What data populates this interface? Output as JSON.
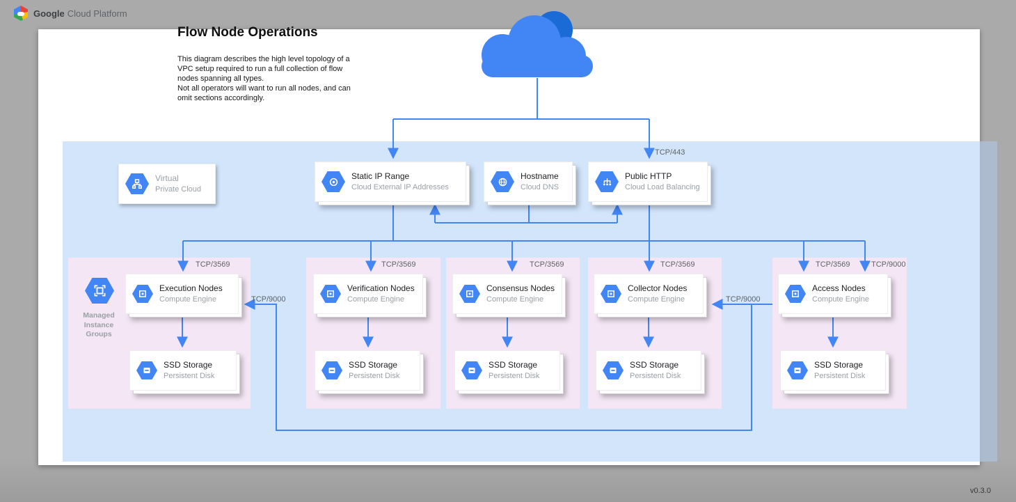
{
  "header": {
    "brand_bold": "Google",
    "brand_rest": "Cloud Platform"
  },
  "title": "Flow Node Operations",
  "description": "This diagram describes the high level topology of a\nVPC setup required to run a full collection of flow\nnodes spanning all types.\nNot all operators will want to run all nodes, and can\nomit sections accordingly.",
  "version": "v0.3.0",
  "colors": {
    "accent_blue": "#4285f4",
    "cloud_dark_blue": "#1b6bd6",
    "vpc_region_blue": "#d3e6fb",
    "group_pink": "#f4e6f5",
    "background_gray": "#aaaaaa"
  },
  "icons": {
    "gcp_logo": "multicolor-hexagon",
    "internet_cloud": "blue-cloud-shape",
    "virtual_private_cloud": "blue-hexagon-network",
    "external_ip": "blue-hexagon-target",
    "cloud_dns": "blue-hexagon-globe",
    "load_balancer": "blue-hexagon-fanout",
    "compute_engine": "blue-hexagon-chip",
    "persistent_disk": "blue-hexagon-disk",
    "managed_instance_groups": "blue-hexagon-brackets"
  },
  "cards": {
    "vpc": {
      "line1": "Virtual",
      "line2": "Private Cloud"
    },
    "static_ip": {
      "title": "Static IP Range",
      "subtitle": "Cloud External IP Addresses"
    },
    "hostname": {
      "title": "Hostname",
      "subtitle": "Cloud DNS"
    },
    "public_http": {
      "title": "Public HTTP",
      "subtitle": "Cloud Load Balancing"
    }
  },
  "mig": {
    "label": "Managed Instance Groups"
  },
  "ports": {
    "https": "TCP/443",
    "node": "TCP/3569",
    "internal": "TCP/9000"
  },
  "groups": [
    {
      "id": "execution",
      "node_title": "Execution Nodes",
      "node_subtitle": "Compute Engine",
      "ssd_title": "SSD Storage",
      "ssd_subtitle": "Persistent Disk"
    },
    {
      "id": "verification",
      "node_title": "Verification Nodes",
      "node_subtitle": "Compute Engine",
      "ssd_title": "SSD Storage",
      "ssd_subtitle": "Persistent Disk"
    },
    {
      "id": "consensus",
      "node_title": "Consensus Nodes",
      "node_subtitle": "Compute Engine",
      "ssd_title": "SSD Storage",
      "ssd_subtitle": "Persistent Disk"
    },
    {
      "id": "collector",
      "node_title": "Collector Nodes",
      "node_subtitle": "Compute Engine",
      "ssd_title": "SSD Storage",
      "ssd_subtitle": "Persistent Disk"
    },
    {
      "id": "access",
      "node_title": "Access Nodes",
      "node_subtitle": "Compute Engine",
      "ssd_title": "SSD Storage",
      "ssd_subtitle": "Persistent Disk"
    }
  ]
}
